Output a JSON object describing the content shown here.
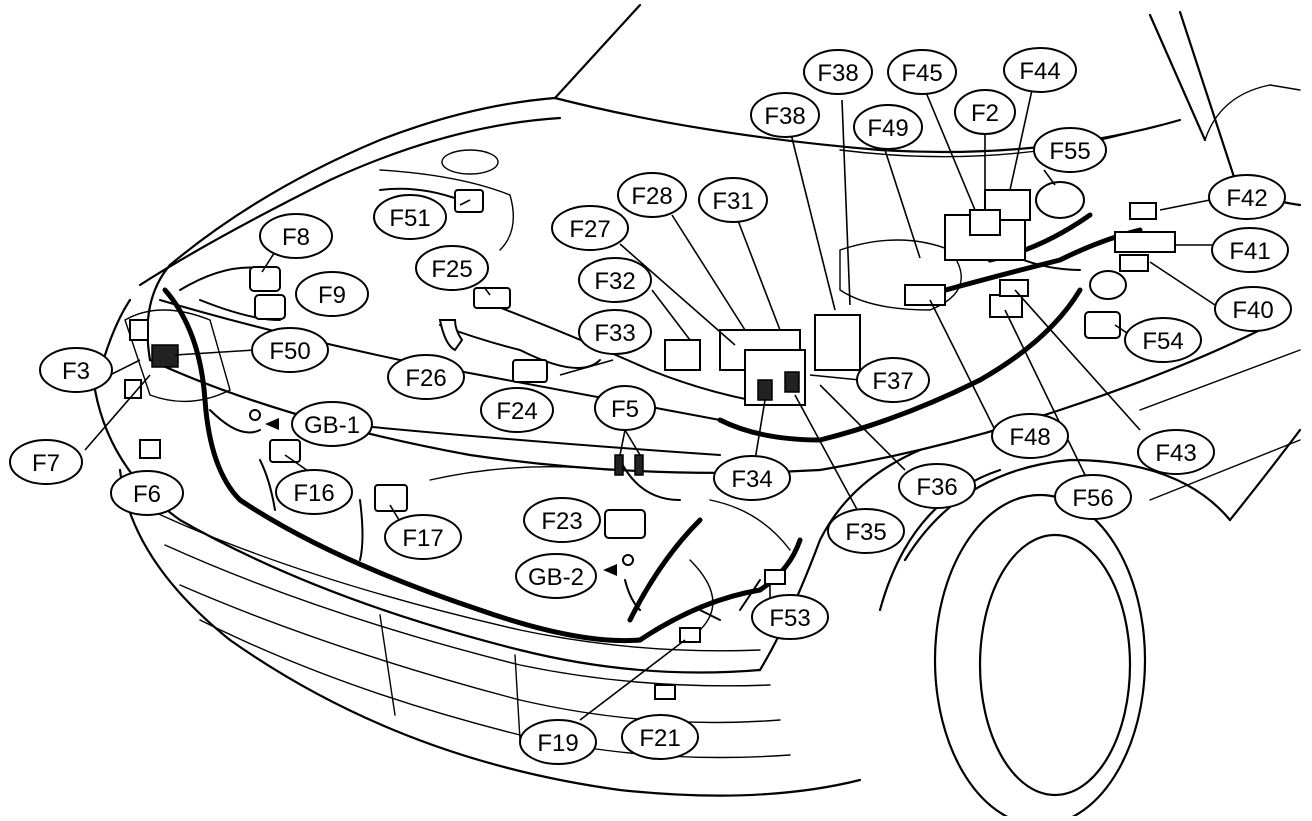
{
  "callouts": [
    {
      "id": "F38a",
      "text": "F38"
    },
    {
      "id": "F45",
      "text": "F45"
    },
    {
      "id": "F44",
      "text": "F44"
    },
    {
      "id": "F2",
      "text": "F2"
    },
    {
      "id": "F38b",
      "text": "F38"
    },
    {
      "id": "F49",
      "text": "F49"
    },
    {
      "id": "F55",
      "text": "F55"
    },
    {
      "id": "F28",
      "text": "F28"
    },
    {
      "id": "F31",
      "text": "F31"
    },
    {
      "id": "F42",
      "text": "F42"
    },
    {
      "id": "F27",
      "text": "F27"
    },
    {
      "id": "F51",
      "text": "F51"
    },
    {
      "id": "F41",
      "text": "F41"
    },
    {
      "id": "F8",
      "text": "F8"
    },
    {
      "id": "F25",
      "text": "F25"
    },
    {
      "id": "F32",
      "text": "F32"
    },
    {
      "id": "F9",
      "text": "F9"
    },
    {
      "id": "F40",
      "text": "F40"
    },
    {
      "id": "F33",
      "text": "F33"
    },
    {
      "id": "F54",
      "text": "F54"
    },
    {
      "id": "F50",
      "text": "F50"
    },
    {
      "id": "F3",
      "text": "F3"
    },
    {
      "id": "F26",
      "text": "F26"
    },
    {
      "id": "F37",
      "text": "F37"
    },
    {
      "id": "F24",
      "text": "F24"
    },
    {
      "id": "F5",
      "text": "F5"
    },
    {
      "id": "GB1",
      "text": "GB-1"
    },
    {
      "id": "F48",
      "text": "F48"
    },
    {
      "id": "F43",
      "text": "F43"
    },
    {
      "id": "F7",
      "text": "F7"
    },
    {
      "id": "F34",
      "text": "F34"
    },
    {
      "id": "F36",
      "text": "F36"
    },
    {
      "id": "F16",
      "text": "F16"
    },
    {
      "id": "F6",
      "text": "F6"
    },
    {
      "id": "F56",
      "text": "F56"
    },
    {
      "id": "F23",
      "text": "F23"
    },
    {
      "id": "F17",
      "text": "F17"
    },
    {
      "id": "F35",
      "text": "F35"
    },
    {
      "id": "GB2",
      "text": "GB-2"
    },
    {
      "id": "F53",
      "text": "F53"
    },
    {
      "id": "F19",
      "text": "F19"
    },
    {
      "id": "F21",
      "text": "F21"
    }
  ]
}
